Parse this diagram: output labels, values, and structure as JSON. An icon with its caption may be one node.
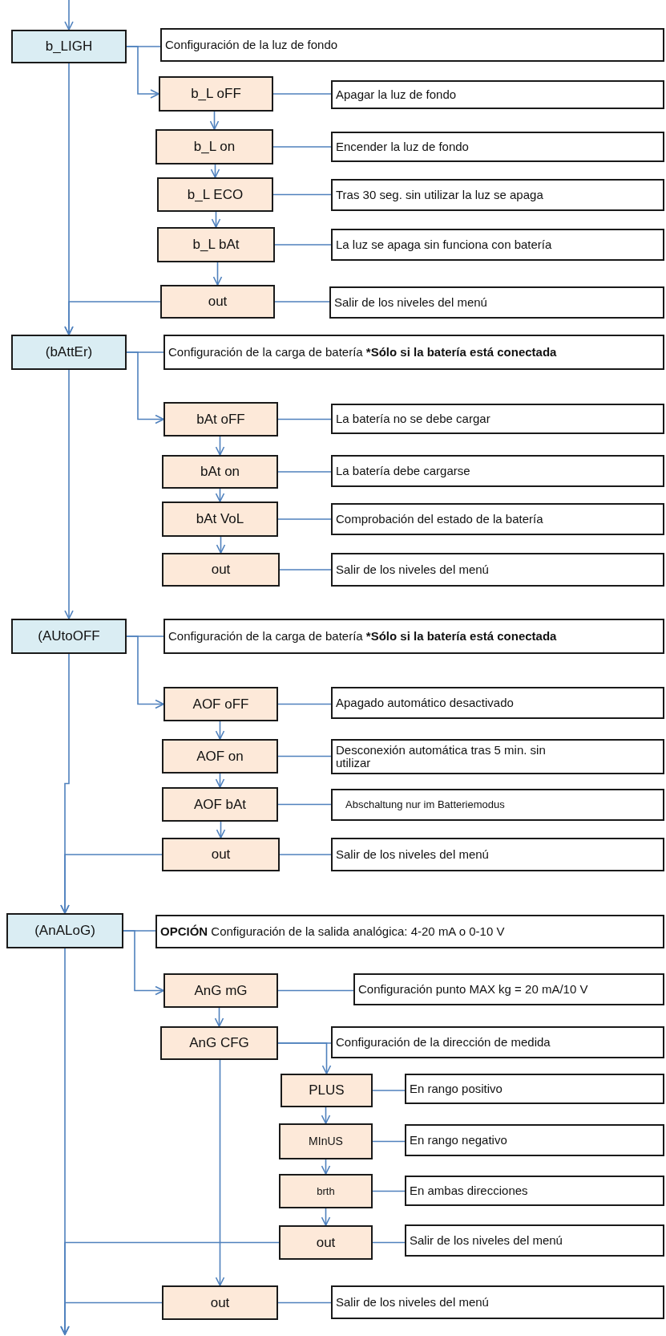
{
  "diagram": {
    "nodes": [
      {
        "text": [
          "b_LIGH"
        ]
      },
      {
        "text": [
          "Configuración de la luz de fondo"
        ]
      },
      {
        "text": [
          "b_L oFF"
        ]
      },
      {
        "text": [
          "Apagar la luz de fondo"
        ]
      },
      {
        "text": [
          "b_L on"
        ]
      },
      {
        "text": [
          "Encender la luz de fondo"
        ]
      },
      {
        "text": [
          "b_L ECO"
        ]
      },
      {
        "text": [
          "Tras 30 seg. sin utilizar la luz se apaga"
        ]
      },
      {
        "text": [
          "b_L bAt"
        ]
      },
      {
        "text": [
          "La luz se apaga sin funciona con batería"
        ]
      },
      {
        "text": [
          "out"
        ]
      },
      {
        "text": [
          "Salir de los niveles del menú"
        ]
      },
      {
        "text": [
          "(bAttEr)"
        ]
      },
      {
        "text": [
          "Configuración de la carga de batería ***Sólo si la batería está conectada**"
        ]
      },
      {
        "text": [
          "bAt oFF"
        ]
      },
      {
        "text": [
          "La batería no se debe cargar"
        ]
      },
      {
        "text": [
          "bAt on"
        ]
      },
      {
        "text": [
          "La batería debe cargarse"
        ]
      },
      {
        "text": [
          "bAt VoL"
        ]
      },
      {
        "text": [
          "Comprobación del estado de la batería"
        ]
      },
      {
        "text": [
          "out"
        ]
      },
      {
        "text": [
          "Salir de los niveles del menú"
        ]
      },
      {
        "text": [
          "(AUtoOFF"
        ]
      },
      {
        "text": [
          "Configuración de la carga de batería ***Sólo si la batería está conectada**"
        ]
      },
      {
        "text": [
          "AOF oFF"
        ]
      },
      {
        "text": [
          "Apagado automático desactivado"
        ]
      },
      {
        "text": [
          "AOF on"
        ]
      },
      {
        "text": [
          "Desconexión automática tras 5 min. sin utilizar"
        ]
      },
      {
        "text": [
          "AOF bAt"
        ]
      },
      {
        "text": [
          "Abschaltung nur im Batteriemodus"
        ]
      },
      {
        "text": [
          "out"
        ]
      },
      {
        "text": [
          "Salir de los niveles del menú"
        ]
      },
      {
        "text": [
          "(AnALoG)"
        ]
      },
      {
        "text": [
          "**OPCIÓN** Configuración de la salida analógica: 4-20 mA o 0-10 V"
        ]
      },
      {
        "text": [
          "AnG mG"
        ]
      },
      {
        "text": [
          "Configuración punto MAX kg = 20 mA/10 V"
        ]
      },
      {
        "text": [
          "AnG CFG"
        ]
      },
      {
        "text": [
          "Configuración de la dirección de medida"
        ]
      },
      {
        "text": [
          "PLUS"
        ]
      },
      {
        "text": [
          "En rango positivo"
        ]
      },
      {
        "text": [
          "MInUS"
        ]
      },
      {
        "text": [
          "En rango negativo"
        ]
      },
      {
        "text": [
          "brth"
        ]
      },
      {
        "text": [
          "En ambas direcciones"
        ]
      },
      {
        "text": [
          "out"
        ]
      },
      {
        "text": [
          "Salir de los niveles del menú"
        ]
      },
      {
        "text": [
          "out"
        ]
      },
      {
        "text": [
          "Salir de los niveles del menú"
        ]
      }
    ],
    "edges": [
      {
        "from": null,
        "to": 0,
        "arrow": "to"
      },
      {
        "from": 0,
        "to": 1,
        "arrow": "none"
      },
      {
        "from": 0,
        "to": 2,
        "arrow": "to"
      },
      {
        "from": 2,
        "to": 3,
        "arrow": "none"
      },
      {
        "from": 2,
        "to": 4,
        "arrow": "to"
      },
      {
        "from": 4,
        "to": 5,
        "arrow": "none"
      },
      {
        "from": 4,
        "to": 6,
        "arrow": "to"
      },
      {
        "from": 6,
        "to": 7,
        "arrow": "none"
      },
      {
        "from": 6,
        "to": 8,
        "arrow": "to"
      },
      {
        "from": 8,
        "to": 9,
        "arrow": "none"
      },
      {
        "from": 8,
        "to": 10,
        "arrow": "to"
      },
      {
        "from": 10,
        "to": 11,
        "arrow": "none"
      },
      {
        "from": 0,
        "to": 12,
        "arrow": "to"
      },
      {
        "from": 10,
        "to": 12,
        "arrow": "to"
      },
      {
        "from": 12,
        "to": 13,
        "arrow": "none"
      },
      {
        "from": 12,
        "to": 14,
        "arrow": "to"
      },
      {
        "from": 14,
        "to": 15,
        "arrow": "none"
      },
      {
        "from": 14,
        "to": 16,
        "arrow": "to"
      },
      {
        "from": 16,
        "to": 17,
        "arrow": "none"
      },
      {
        "from": 16,
        "to": 18,
        "arrow": "to"
      },
      {
        "from": 18,
        "to": 19,
        "arrow": "none"
      },
      {
        "from": 18,
        "to": 20,
        "arrow": "to"
      },
      {
        "from": 20,
        "to": 21,
        "arrow": "none"
      },
      {
        "from": 12,
        "to": 22,
        "arrow": "to"
      },
      {
        "from": 22,
        "to": 23,
        "arrow": "none"
      },
      {
        "from": 22,
        "to": 24,
        "arrow": "to"
      },
      {
        "from": 24,
        "to": 25,
        "arrow": "none"
      },
      {
        "from": 24,
        "to": 26,
        "arrow": "to"
      },
      {
        "from": 26,
        "to": 27,
        "arrow": "none"
      },
      {
        "from": 26,
        "to": 28,
        "arrow": "to"
      },
      {
        "from": 28,
        "to": 29,
        "arrow": "none"
      },
      {
        "from": 28,
        "to": 30,
        "arrow": "to"
      },
      {
        "from": 30,
        "to": 31,
        "arrow": "none"
      },
      {
        "from": 22,
        "to": 32,
        "arrow": "to"
      },
      {
        "from": 30,
        "to": 32,
        "arrow": "to"
      },
      {
        "from": 32,
        "to": 33,
        "arrow": "none"
      },
      {
        "from": 32,
        "to": 34,
        "arrow": "to"
      },
      {
        "from": 34,
        "to": 35,
        "arrow": "none"
      },
      {
        "from": 34,
        "to": 36,
        "arrow": "to"
      },
      {
        "from": 36,
        "to": 37,
        "arrow": "none"
      },
      {
        "from": 36,
        "to": 38,
        "arrow": "to"
      },
      {
        "from": 38,
        "to": 39,
        "arrow": "none"
      },
      {
        "from": 38,
        "to": 40,
        "arrow": "to"
      },
      {
        "from": 40,
        "to": 41,
        "arrow": "none"
      },
      {
        "from": 40,
        "to": 42,
        "arrow": "to"
      },
      {
        "from": 42,
        "to": 43,
        "arrow": "none"
      },
      {
        "from": 42,
        "to": 44,
        "arrow": "to"
      },
      {
        "from": 44,
        "to": 45,
        "arrow": "none"
      },
      {
        "from": 36,
        "to": 46,
        "arrow": "to"
      },
      {
        "from": 46,
        "to": 47,
        "arrow": "none"
      },
      {
        "from": 32,
        "to": null,
        "arrow": "to"
      },
      {
        "from": 44,
        "to": null,
        "arrow": "to"
      },
      {
        "from": 46,
        "to": null,
        "arrow": "to"
      }
    ]
  }
}
